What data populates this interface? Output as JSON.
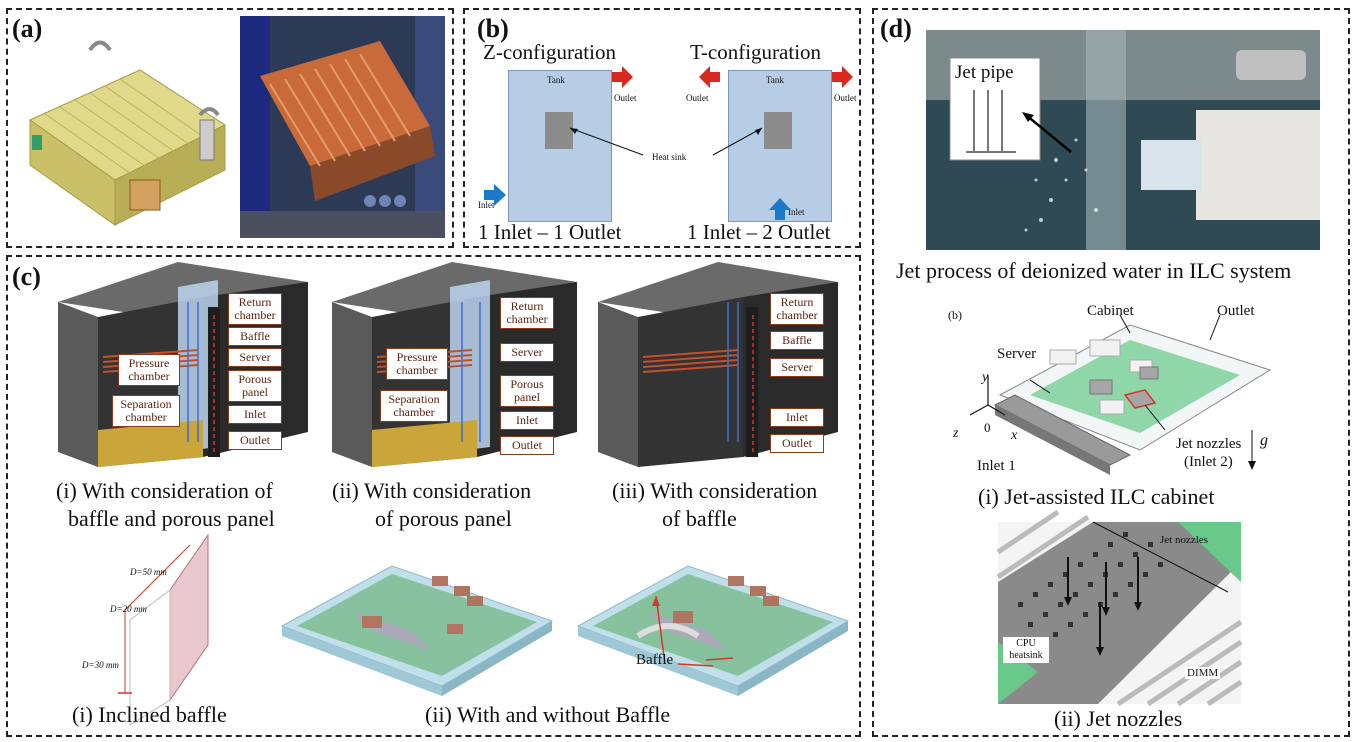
{
  "panels": {
    "a": {
      "label": "(a)"
    },
    "b": {
      "label": "(b)",
      "z_title": "Z-configuration",
      "t_title": "T-configuration",
      "tank": "Tank",
      "outlet": "Outlet",
      "inlet": "Inlet",
      "heat_sink": "Heat sink",
      "z_caption": "1 Inlet – 1 Outlet",
      "t_caption": "1 Inlet – 2 Outlet"
    },
    "c": {
      "label": "(c)",
      "tags": {
        "return_chamber": "Return chamber",
        "baffle": "Baffle",
        "server": "Server",
        "porous_panel": "Porous panel",
        "inlet": "Inlet",
        "outlet": "Outlet",
        "pressure_chamber": "Pressure chamber",
        "separation_chamber": "Separation chamber"
      },
      "captions": {
        "i_line1": "(i) With consideration of",
        "i_line2": "baffle and porous panel",
        "ii_line1": "(ii) With consideration",
        "ii_line2": "of porous panel",
        "iii_line1": "(iii) With consideration",
        "iii_line2": "of baffle",
        "inclined": "(i) Inclined baffle",
        "with_without": "(ii) With and without Baffle"
      },
      "dims": {
        "d50": "D=50 mm",
        "d20": "D=20 mm",
        "d30": "D=30 mm"
      },
      "baffle_label": "Baffle"
    },
    "d": {
      "label": "(d)",
      "jet_pipe": "Jet pipe",
      "photo_caption": "Jet process of deionized water in ILC system",
      "sub_b": "(b)",
      "cabinet": "Cabinet",
      "outlet": "Outlet",
      "server": "Server",
      "jet_nozzles": "Jet nozzles",
      "inlet2": "(Inlet 2)",
      "inlet1": "Inlet 1",
      "g": "g",
      "axis_y": "y",
      "axis_x": "x",
      "axis_z": "z",
      "axis_0": "0",
      "cap_i": "(i) Jet-assisted ILC cabinet",
      "nozzle_label": "Jet nozzles",
      "cpu": "CPU heatsink",
      "dimm": "DIMM",
      "cap_ii": "(ii) Jet nozzles"
    }
  }
}
